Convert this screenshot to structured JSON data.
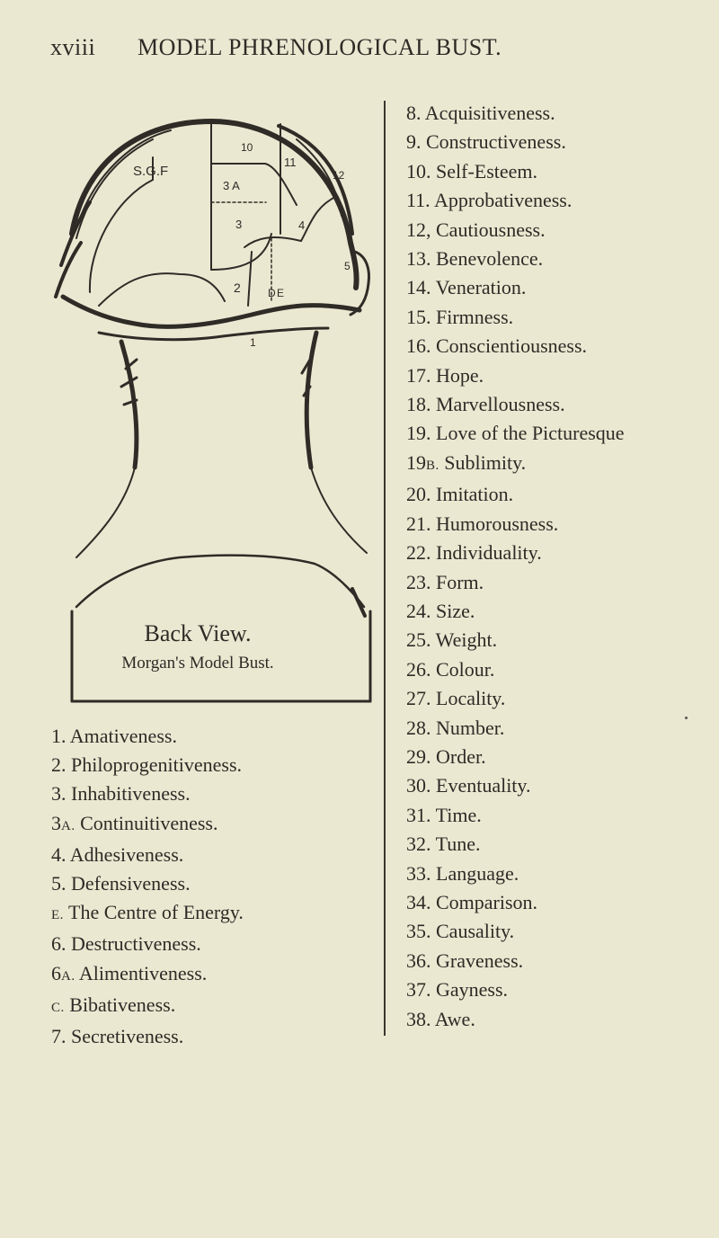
{
  "header": {
    "page_number": "xviii",
    "title": "MODEL PHRENOLOGICAL BUST."
  },
  "figure": {
    "caption": "Back View.",
    "subcaption": "Morgan's Model Bust.",
    "labels": [
      "S.G.F",
      "10",
      "11",
      "3 A",
      "3",
      "4",
      "12",
      "2",
      "D",
      "E",
      "5",
      "1"
    ]
  },
  "left_list": [
    {
      "num": "1.",
      "text": "Amativeness."
    },
    {
      "num": "2.",
      "text": "Philoprogenitiveness."
    },
    {
      "num": "3.",
      "text": "Inhabitiveness."
    },
    {
      "num": "3",
      "num_sc": "A.",
      "text": "Continuitiveness."
    },
    {
      "num": "4.",
      "text": "Adhesiveness."
    },
    {
      "num": "5.",
      "text": "Defensiveness."
    },
    {
      "num_sc": "E.",
      "text": "The Centre of Energy."
    },
    {
      "num": "6.",
      "text": "Destructiveness."
    },
    {
      "num": "6",
      "num_sc": "A.",
      "text": "Alimentiveness."
    },
    {
      "num_sc": "C.",
      "text": "Bibativeness."
    },
    {
      "num": "7.",
      "text": "Secretiveness."
    }
  ],
  "right_list": [
    {
      "num": "8.",
      "text": "Acquisitiveness."
    },
    {
      "num": "9.",
      "text": "Constructiveness."
    },
    {
      "num": "10.",
      "text": "Self-Esteem."
    },
    {
      "num": "11.",
      "text": "Approbativeness."
    },
    {
      "num": "12,",
      "text": "Cautiousness."
    },
    {
      "num": "13.",
      "text": "Benevolence."
    },
    {
      "num": "14.",
      "text": "Veneration."
    },
    {
      "num": "15.",
      "text": "Firmness."
    },
    {
      "num": "16.",
      "text": "Conscientiousness."
    },
    {
      "num": "17.",
      "text": "Hope."
    },
    {
      "num": "18.",
      "text": "Marvellousness."
    },
    {
      "num": "19.",
      "text": "Love of the Picturesque"
    },
    {
      "num": "19",
      "num_sc": "B.",
      "text": "Sublimity."
    },
    {
      "num": "20.",
      "text": "Imitation."
    },
    {
      "num": "21.",
      "text": "Humorousness."
    },
    {
      "num": "22.",
      "text": "Individuality."
    },
    {
      "num": "23.",
      "text": "Form."
    },
    {
      "num": "24.",
      "text": "Size."
    },
    {
      "num": "25.",
      "text": "Weight."
    },
    {
      "num": "26.",
      "text": "Colour."
    },
    {
      "num": "27.",
      "text": "Locality."
    },
    {
      "num": "28.",
      "text": "Number."
    },
    {
      "num": "29.",
      "text": "Order."
    },
    {
      "num": "30.",
      "text": "Eventuality."
    },
    {
      "num": "31.",
      "text": "Time."
    },
    {
      "num": "32.",
      "text": "Tune."
    },
    {
      "num": "33.",
      "text": "Language."
    },
    {
      "num": "34.",
      "text": "Comparison."
    },
    {
      "num": "35.",
      "text": "Causality."
    },
    {
      "num": "36.",
      "text": "Graveness."
    },
    {
      "num": "37.",
      "text": "Gayness."
    },
    {
      "num": "38.",
      "text": "Awe."
    }
  ]
}
